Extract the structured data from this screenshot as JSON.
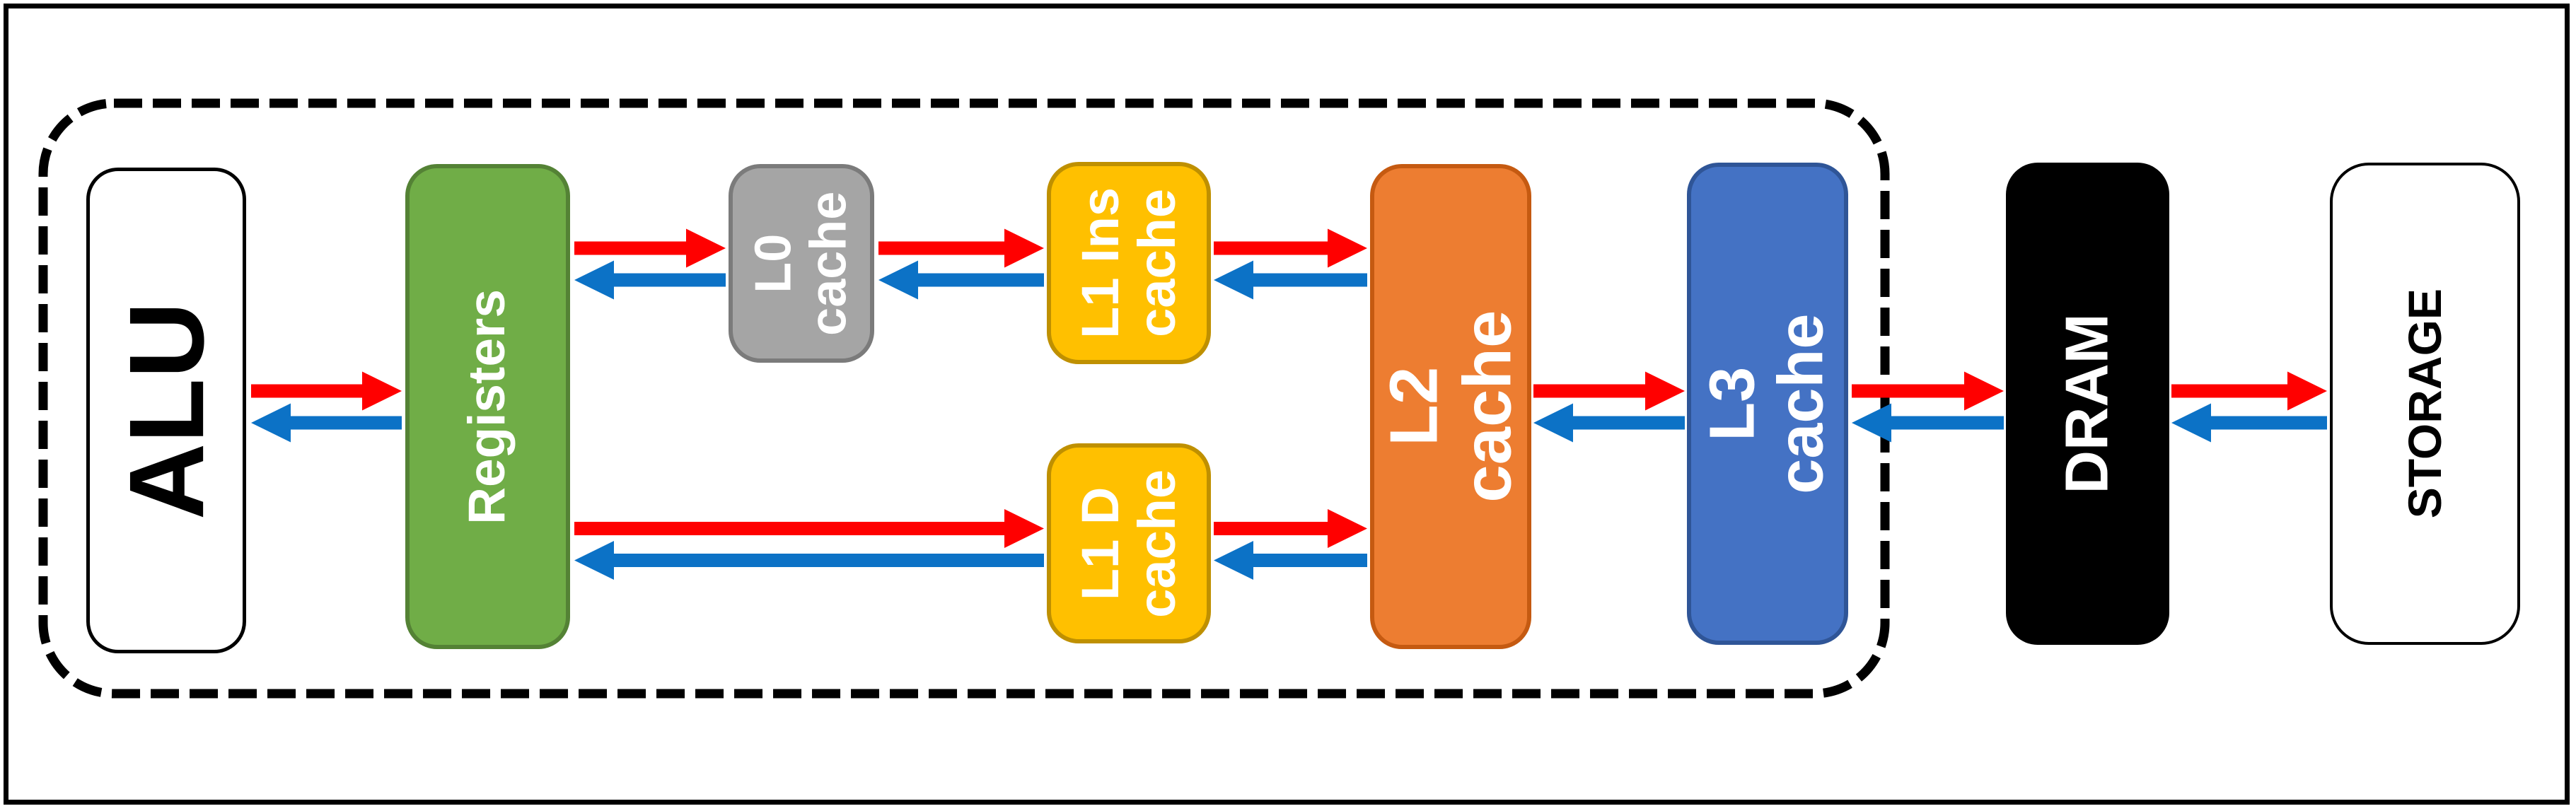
{
  "diagram": {
    "description": "CPU memory hierarchy block diagram",
    "cpu_boundary": {
      "style": "dashed-rounded-rectangle",
      "color": "#000000",
      "encloses": [
        "ALU",
        "Registers",
        "L0 cache",
        "L1 Ins cache",
        "L1 D cache",
        "L2 cache",
        "L3 cache"
      ]
    },
    "boxes": [
      {
        "id": "alu",
        "label": "ALU",
        "fill": "#FFFFFF",
        "border_color": "#000000",
        "text_color": "#000000"
      },
      {
        "id": "registers",
        "label": "Registers",
        "fill": "#70AD47",
        "border_color": "#548235",
        "text_color": "#FFFFFF"
      },
      {
        "id": "l0-cache",
        "label": "L0\ncache",
        "fill": "#A5A5A5",
        "border_color": "#7B7B7B",
        "text_color": "#FFFFFF"
      },
      {
        "id": "l1-ins-cache",
        "label": "L1 Ins\ncache",
        "fill": "#FFC000",
        "border_color": "#BF9000",
        "text_color": "#FFFFFF"
      },
      {
        "id": "l1-d-cache",
        "label": "L1 D\ncache",
        "fill": "#FFC000",
        "border_color": "#BF9000",
        "text_color": "#FFFFFF"
      },
      {
        "id": "l2-cache",
        "label": "L2 cache",
        "fill": "#ED7D31",
        "border_color": "#C55A11",
        "text_color": "#FFFFFF"
      },
      {
        "id": "l3-cache",
        "label": "L3 cache",
        "fill": "#4472C4",
        "border_color": "#2F5597",
        "text_color": "#FFFFFF"
      },
      {
        "id": "dram",
        "label": "DRAM",
        "fill": "#000000",
        "border_color": "#000000",
        "text_color": "#FFFFFF"
      },
      {
        "id": "storage",
        "label": "STORAGE",
        "fill": "#FFFFFF",
        "border_color": "#000000",
        "text_color": "#000000"
      }
    ],
    "arrows": {
      "forward_color": "#FF0000",
      "return_color": "#0C72C6",
      "pairs": [
        {
          "from": "ALU",
          "to": "Registers"
        },
        {
          "from": "Registers",
          "to": "L0 cache"
        },
        {
          "from": "L0 cache",
          "to": "L1 Ins cache"
        },
        {
          "from": "L1 Ins cache",
          "to": "L2 cache"
        },
        {
          "from": "Registers",
          "to": "L1 D cache"
        },
        {
          "from": "L1 D cache",
          "to": "L2 cache"
        },
        {
          "from": "L2 cache",
          "to": "L3 cache"
        },
        {
          "from": "L3 cache",
          "to": "DRAM"
        },
        {
          "from": "DRAM",
          "to": "STORAGE"
        }
      ]
    }
  }
}
